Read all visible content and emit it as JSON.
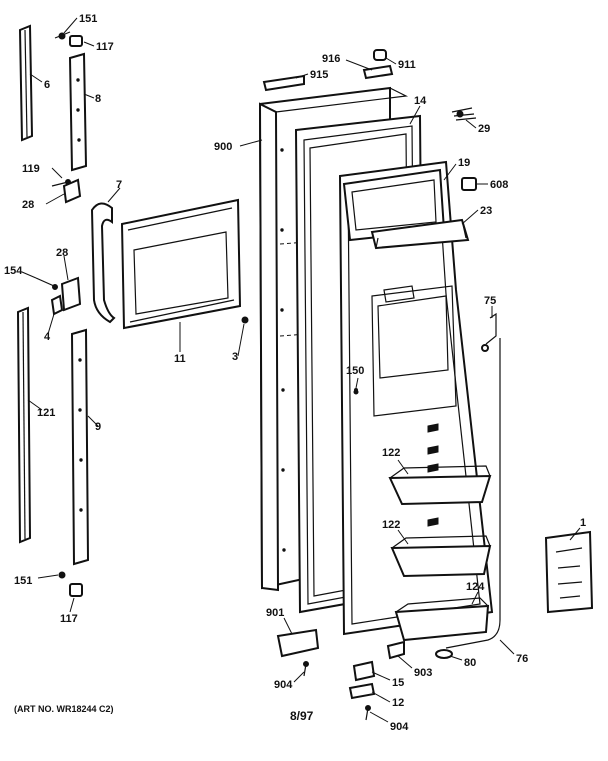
{
  "callouts": {
    "c1": "1",
    "c3": "3",
    "c4": "4",
    "c6": "6",
    "c7": "7",
    "c8": "8",
    "c9": "9",
    "c11": "11",
    "c12": "12",
    "c14": "14",
    "c15": "15",
    "c19": "19",
    "c23": "23",
    "c28a": "28",
    "c28b": "28",
    "c29": "29",
    "c75": "75",
    "c76": "76",
    "c80": "80",
    "c117a": "117",
    "c117b": "117",
    "c119": "119",
    "c121": "121",
    "c122a": "122",
    "c122b": "122",
    "c124": "124",
    "c150": "150",
    "c151a": "151",
    "c151b": "151",
    "c154": "154",
    "c608": "608",
    "c900": "900",
    "c901": "901",
    "c903": "903",
    "c904a": "904",
    "c904b": "904",
    "c911": "911",
    "c915": "915",
    "c916": "916"
  },
  "footer": {
    "art_no": "(ART NO. WR18244 C2)",
    "date": "8/97"
  }
}
